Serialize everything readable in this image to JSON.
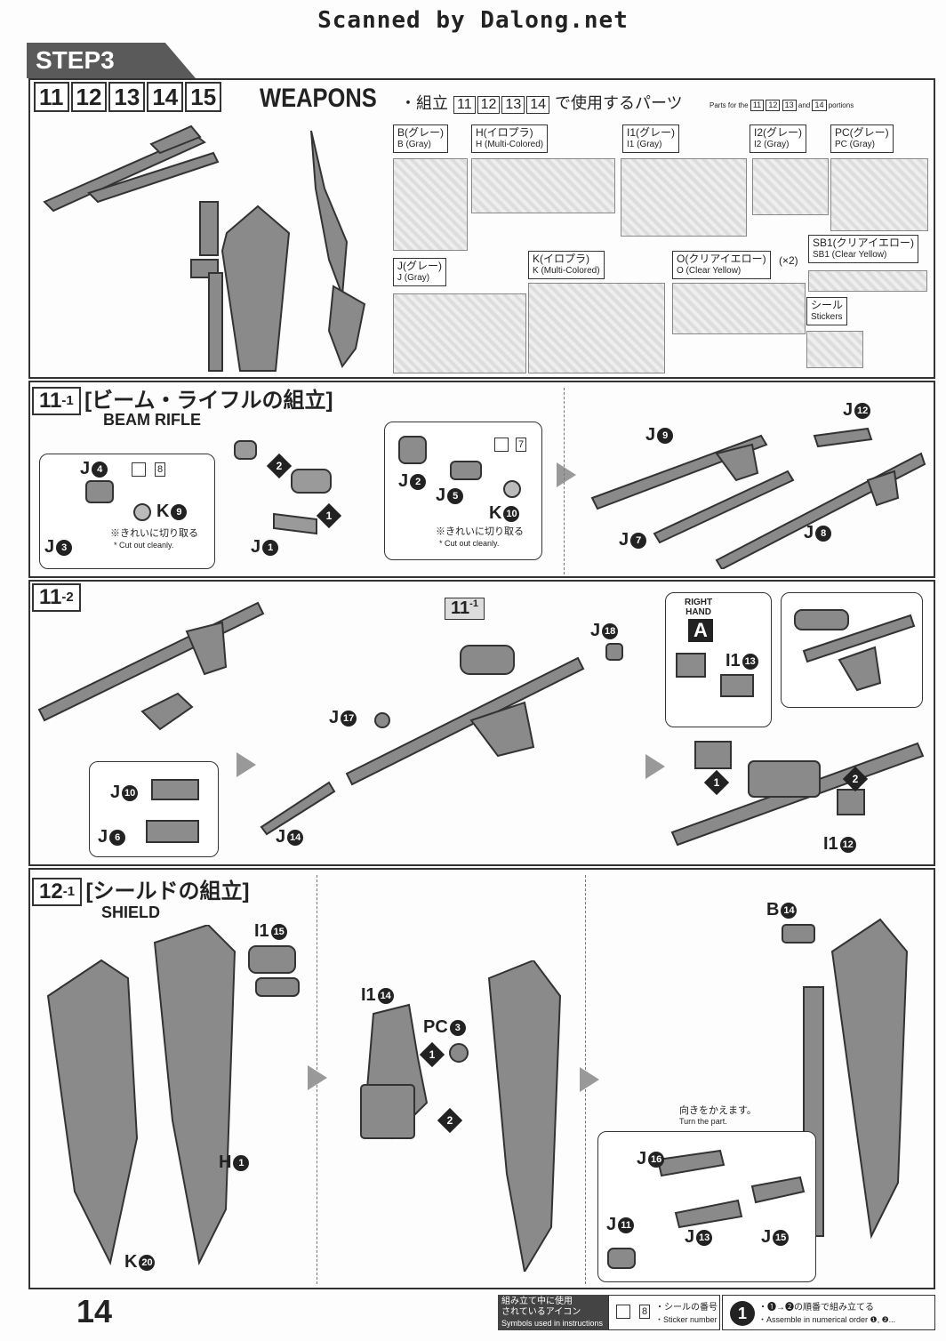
{
  "header": {
    "scanned": "Scanned by Dalong.net"
  },
  "step": {
    "label": "STEP3",
    "numbers": [
      "11",
      "12",
      "13",
      "14",
      "15"
    ],
    "title": "WEAPONS"
  },
  "parts_header": {
    "bullet_jp": "・組立",
    "nums": [
      "11",
      "12",
      "13",
      "14"
    ],
    "tail_jp": "で使用するパーツ",
    "en_prefix": "Parts for the",
    "en_nums": [
      "11",
      "12",
      "13",
      "14"
    ],
    "en_and": "and",
    "en_suffix": "portions"
  },
  "sprues": [
    {
      "jp": "B(グレー)",
      "en": "B (Gray)"
    },
    {
      "jp": "H(イロプラ)",
      "en": "H (Multi-Colored)"
    },
    {
      "jp": "I1(グレー)",
      "en": "I1 (Gray)"
    },
    {
      "jp": "I2(グレー)",
      "en": "I2 (Gray)"
    },
    {
      "jp": "PC(グレー)",
      "en": "PC (Gray)"
    },
    {
      "jp": "J(グレー)",
      "en": "J (Gray)"
    },
    {
      "jp": "K(イロプラ)",
      "en": "K (Multi-Colored)"
    },
    {
      "jp": "O(クリアイエロー)",
      "en": "O (Clear Yellow)",
      "qty": "(×2)"
    },
    {
      "jp": "SB1(クリアイエロー)",
      "en": "SB1 (Clear Yellow)"
    },
    {
      "jp": "シール",
      "en": "Stickers"
    }
  ],
  "s11_1": {
    "num": "11",
    "sub": "-1",
    "title_jp": "[ビーム・ライフルの組立]",
    "title_en": "BEAM RIFLE",
    "box1": {
      "J4": "J",
      "n4": "4",
      "sticker": "8",
      "K": "K",
      "n9": "9",
      "J3": "J",
      "n3": "3",
      "note_jp": "※きれいに切り取る",
      "note_en": "* Cut out cleanly."
    },
    "box2": {
      "J2": "J",
      "n2": "2",
      "J5": "J",
      "n5": "5",
      "sticker": "7",
      "K": "K",
      "n10": "10",
      "note_jp": "※きれいに切り取る",
      "note_en": "* Cut out cleanly."
    },
    "J1": "J",
    "n1": "1",
    "rifle": {
      "J9": "J",
      "n9": "9",
      "J12": "J",
      "n12": "12",
      "J7": "J",
      "n7": "7",
      "J8": "J",
      "n8": "8"
    }
  },
  "s11_2": {
    "num": "11",
    "sub": "-2",
    "J10": "J",
    "n10": "10",
    "J6": "J",
    "n6": "6",
    "ref": "11",
    "ref_sub": "-1",
    "J18": "J",
    "n18": "18",
    "J17": "J",
    "n17": "17",
    "J14": "J",
    "n14": "14",
    "right_hand_1": "RIGHT",
    "right_hand_2": "HAND",
    "hand_letter": "A",
    "I1a": "I1",
    "n13": "13",
    "I1b": "I1",
    "n12": "12"
  },
  "s12_1": {
    "num": "12",
    "sub": "-1",
    "title_jp": "[シールドの組立]",
    "title_en": "SHIELD",
    "I1": "I1",
    "n15": "15",
    "H": "H",
    "nH1": "1",
    "K": "K",
    "n20": "20",
    "I1b": "I1",
    "n14": "14",
    "PC": "PC",
    "n3": "3",
    "B": "B",
    "nB14": "14",
    "turn_jp": "向きをかえます。",
    "turn_en": "Turn the part.",
    "J16": "J",
    "n16": "16",
    "J11": "J",
    "n11": "11",
    "J13": "J",
    "n13": "13",
    "J15": "J",
    "n15b": "15"
  },
  "footer": {
    "page": "14",
    "legend_jp1": "組み立て中に使用",
    "legend_jp2": "されているアイコン",
    "legend_en": "Symbols used in instructions",
    "sticker_num": "8",
    "sticker_jp": "・シールの番号",
    "sticker_en": "・Sticker number",
    "order_num": "1",
    "order_jp": "・❶→❷の順番で組み立てる",
    "order_en": "・Assemble in numerical order ❶, ❷..."
  }
}
